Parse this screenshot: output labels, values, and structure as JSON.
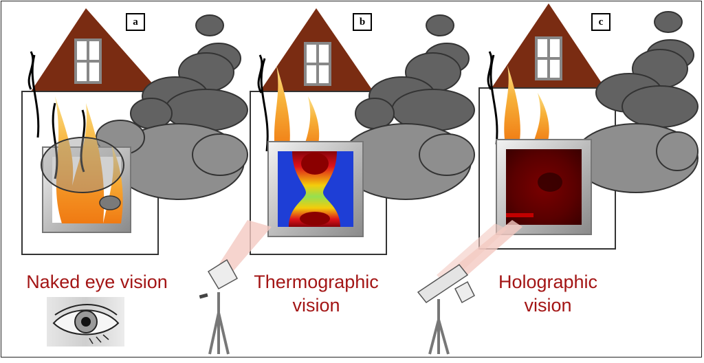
{
  "panels": [
    {
      "tag": "a",
      "caption_line1": "Naked eye vision",
      "caption_line2": ""
    },
    {
      "tag": "b",
      "caption_line1": "Thermographic",
      "caption_line2": "vision"
    },
    {
      "tag": "c",
      "caption_line1": "Holographic",
      "caption_line2": "vision"
    }
  ],
  "colors": {
    "roof": "#7a2c12",
    "smoke": "#626262",
    "smoke_light": "#8e8e8e",
    "caption": "#a31515",
    "beam": "#f4c9c2",
    "flame": "#f0921e",
    "thermal_hot": "#8b0000",
    "thermal_cold": "#1e3ed6",
    "holo": "#5a0000"
  },
  "icons": [
    "house-icon",
    "window-icon",
    "fire-icon",
    "smoke-cloud-icon",
    "camera-icon",
    "tripod-icon",
    "eye-icon"
  ]
}
